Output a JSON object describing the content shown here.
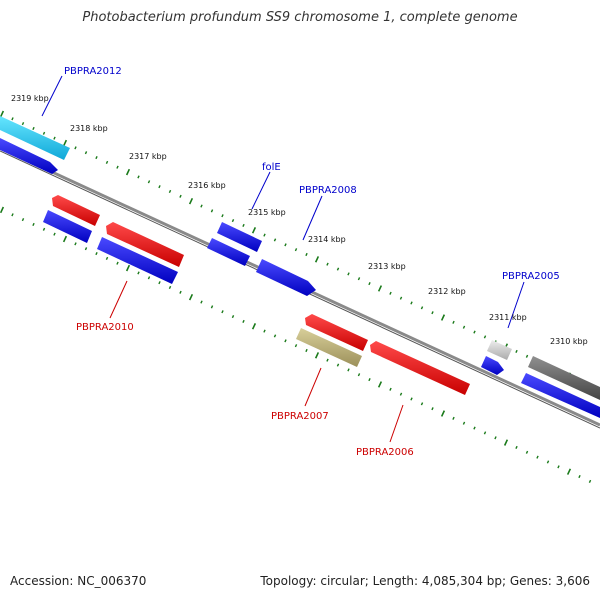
{
  "title": "Photobacterium profundum SS9 chromosome 1, complete genome",
  "footer": {
    "accession": "Accession: NC_006370",
    "summary": "Topology: circular; Length: 4,085,304 bp; Genes: 3,606"
  },
  "colors": {
    "forward_cds": "#0000ee",
    "reverse_cds": "#ee0000",
    "highlight_cyan": "#22ccee",
    "olive": "#bbb07a",
    "grey": "#666666",
    "light_grey": "#cccccc",
    "tick_green": "#1a7a1a",
    "backbone": "#888888",
    "label_blue": "#0000cc",
    "label_red": "#cc0000"
  },
  "scale": {
    "unit": "kbp",
    "ticks": [
      "2319 kbp",
      "2318 kbp",
      "2317 kbp",
      "2316 kbp",
      "2315 kbp",
      "2314 kbp",
      "2313 kbp",
      "2312 kbp",
      "2311 kbp",
      "2310 kbp"
    ]
  },
  "gene_labels": [
    {
      "text": "PBPRA2012",
      "color": "blue"
    },
    {
      "text": "folE",
      "color": "blue"
    },
    {
      "text": "PBPRA2008",
      "color": "blue"
    },
    {
      "text": "PBPRA2005",
      "color": "blue"
    },
    {
      "text": "PBPRA2010",
      "color": "red"
    },
    {
      "text": "PBPRA2007",
      "color": "red"
    },
    {
      "text": "PBPRA2006",
      "color": "red"
    }
  ]
}
